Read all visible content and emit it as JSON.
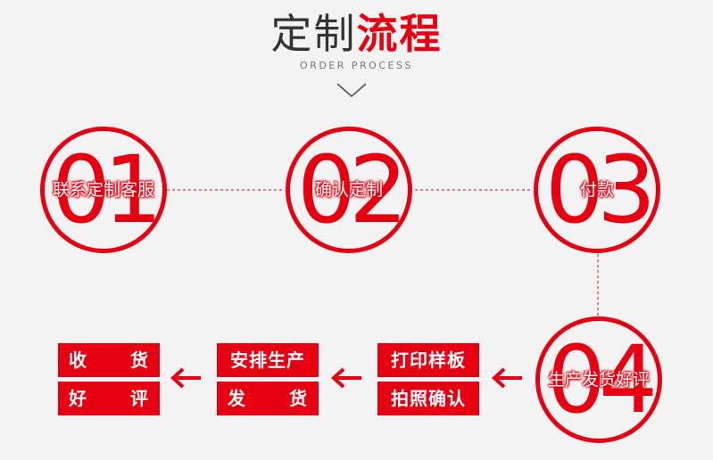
{
  "header": {
    "title_main": "定制",
    "title_highlight": "流程",
    "subtitle": "ORDER PROCESS"
  },
  "steps": [
    {
      "number": "01",
      "label": "联系定制客服"
    },
    {
      "number": "02",
      "label": "确认定制"
    },
    {
      "number": "03",
      "label": "付款"
    },
    {
      "number": "04",
      "label": "生产发货好评"
    }
  ],
  "stages": [
    {
      "line1": "打印样板",
      "line2": "拍照确认"
    },
    {
      "line1": "安排生产",
      "line2a": "发",
      "line2b": "货"
    },
    {
      "line1a": "收",
      "line1b": "货",
      "line2a": "好",
      "line2b": "评"
    }
  ],
  "colors": {
    "accent": "#e60012",
    "text_dark": "#333333",
    "background": "#f3f3f3"
  }
}
